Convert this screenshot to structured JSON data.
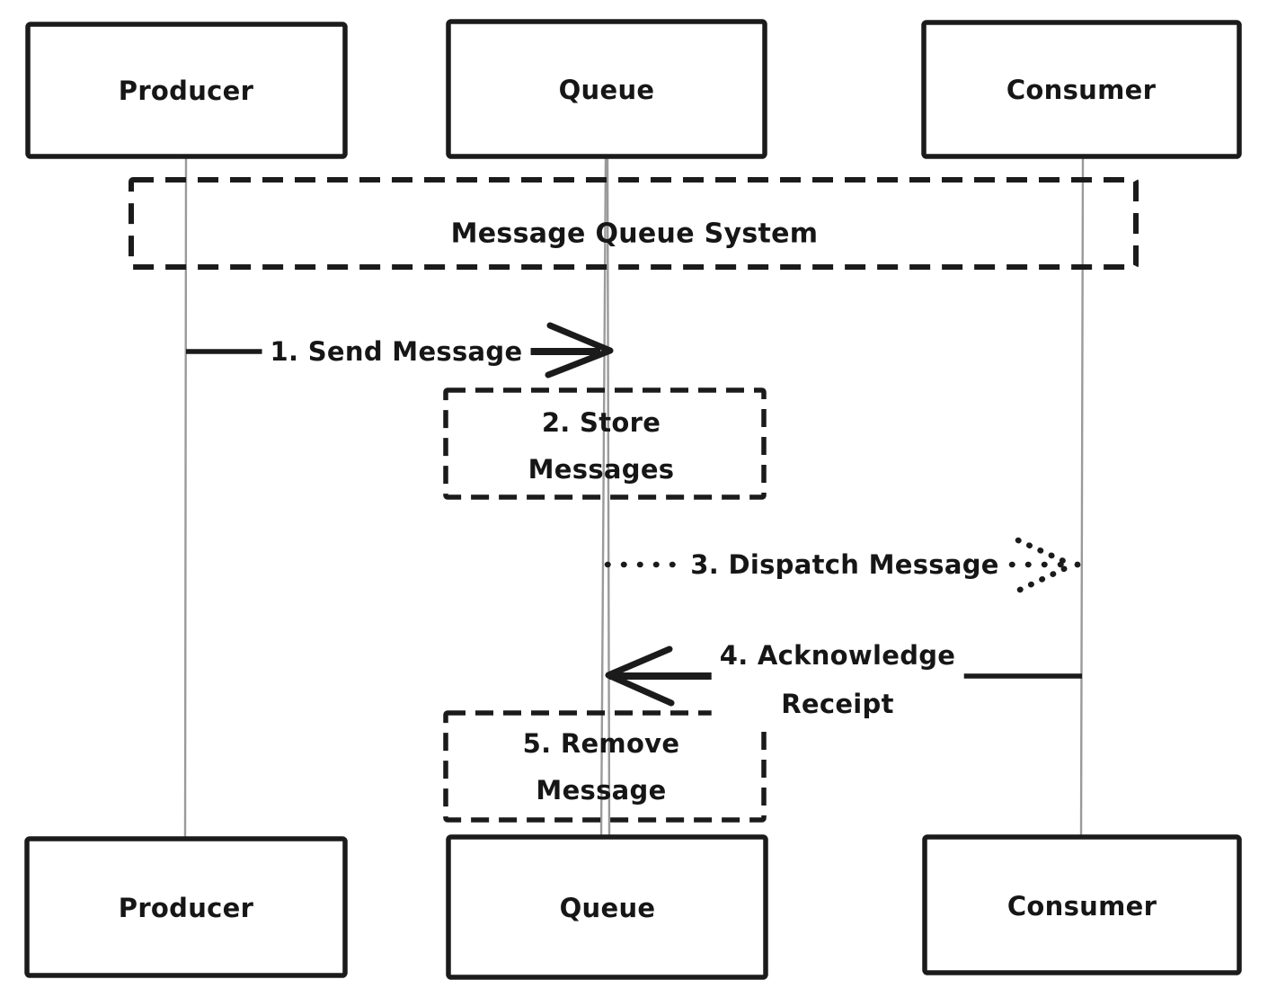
{
  "actors": {
    "producer": {
      "label": "Producer"
    },
    "queue": {
      "label": "Queue"
    },
    "consumer": {
      "label": "Consumer"
    }
  },
  "group": {
    "label": "Message Queue System"
  },
  "messages": {
    "send": {
      "label": "1. Send Message",
      "from": "Producer",
      "to": "Queue",
      "style": "solid-arrow"
    },
    "dispatch": {
      "label": "3. Dispatch Message",
      "from": "Queue",
      "to": "Consumer",
      "style": "dotted-arrow"
    },
    "ack": {
      "line1": "4. Acknowledge",
      "line2": "Receipt",
      "from": "Consumer",
      "to": "Queue",
      "style": "solid-arrow"
    }
  },
  "notes": {
    "store": {
      "line1": "2. Store",
      "line2": "Messages"
    },
    "remove": {
      "line1": "5. Remove",
      "line2": "Message"
    }
  },
  "colors": {
    "stroke": "#1b1b1b",
    "lifeline": "#9a9a9a",
    "text": "#161616",
    "background": "#ffffff"
  }
}
